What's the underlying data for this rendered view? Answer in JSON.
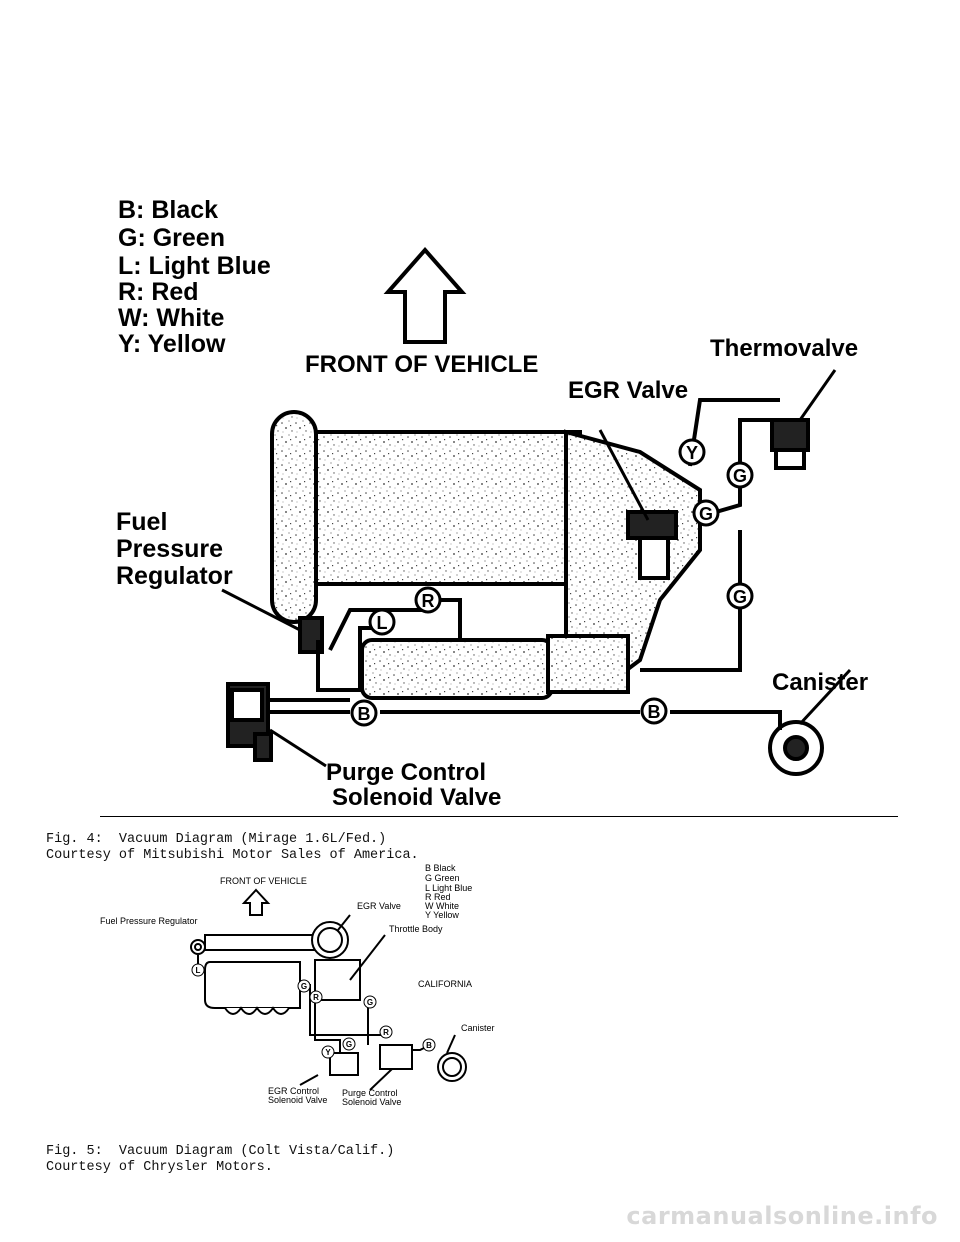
{
  "figure1": {
    "legend": [
      "B: Black",
      "G: Green",
      "L: Light Blue",
      "R: Red",
      "W: White",
      "Y: Yellow"
    ],
    "front_label": "FRONT OF VEHICLE",
    "labels": {
      "thermovalve": "Thermovalve",
      "egr_valve": "EGR Valve",
      "fuel_line1": "Fuel",
      "fuel_line2": "Pressure",
      "fuel_line3": "Regulator",
      "canister": "Canister",
      "purge_line1": "Purge Control",
      "purge_line2": "Solenoid Valve"
    },
    "hose_tags": {
      "y": "Y",
      "g": "G",
      "r": "R",
      "l": "L",
      "b": "B"
    },
    "caption_line1": "Fig. 4:  Vacuum Diagram (Mirage 1.6L/Fed.)",
    "caption_line2": "Courtesy of Mitsubishi Motor Sales of America."
  },
  "figure2": {
    "legend": [
      "B  Black",
      "G  Green",
      "L  Light Blue",
      "R  Red",
      "W  White",
      "Y  Yellow"
    ],
    "front_label": "FRONT OF VEHICLE",
    "labels": {
      "fuel_pressure_regulator": "Fuel Pressure Regulator",
      "egr_valve": "EGR Valve",
      "throttle_body": "Throttle Body",
      "california": "CALIFORNIA",
      "canister": "Canister",
      "egr_control_line1": "EGR Control",
      "egr_control_line2": "Solenoid Valve",
      "purge_control_line1": "Purge Control",
      "purge_control_line2": "Solenoid Valve"
    },
    "hose_tags": {
      "g": "G",
      "r": "R",
      "l": "L",
      "b": "B",
      "y": "Y"
    },
    "caption_line1": "Fig. 5:  Vacuum Diagram (Colt Vista/Calif.)",
    "caption_line2": "Courtesy of Chrysler Motors."
  },
  "watermark": "carmanualsonline.info"
}
